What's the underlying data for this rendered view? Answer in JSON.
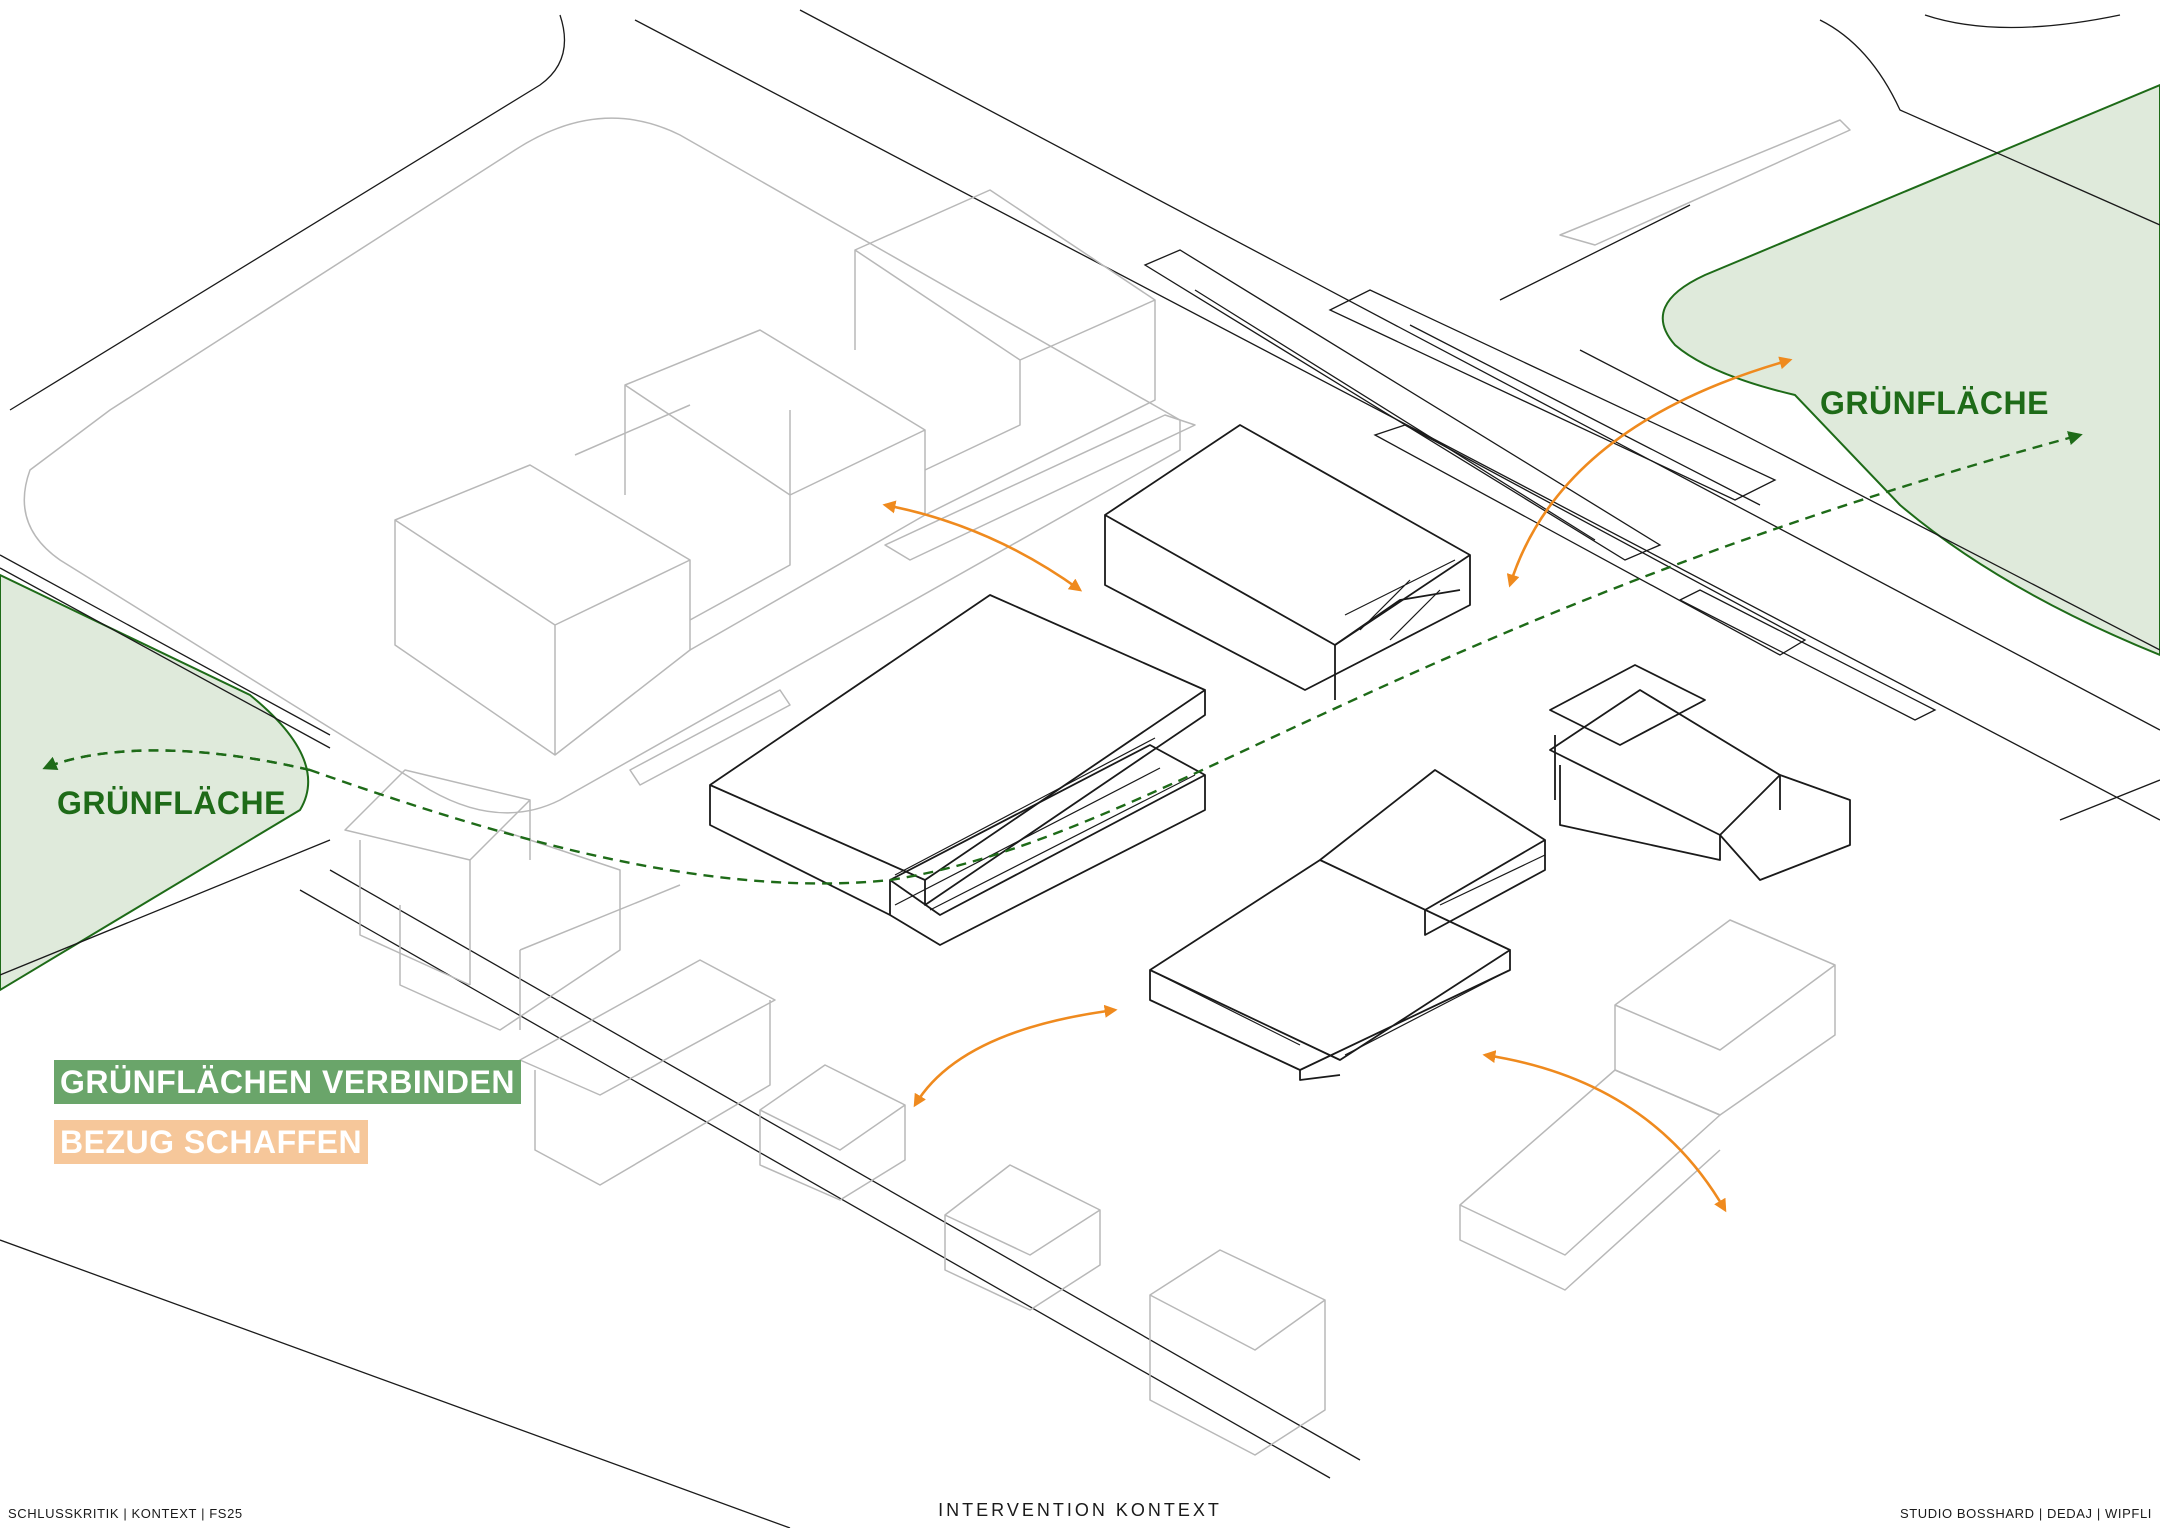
{
  "labels": {
    "green_area_right": "GRÜNFLÄCHE",
    "green_area_left": "GRÜNFLÄCHE"
  },
  "legend": {
    "connect_green": "GRÜNFLÄCHEN VERBINDEN",
    "create_relation": "BEZUG SCHAFFEN"
  },
  "footer": {
    "left": "SCHLUSSKRITIK | KONTEXT | FS25",
    "center": "INTERVENTION KONTEXT",
    "right": "STUDIO BOSSHARD | DEDAJ | WIPFLI"
  },
  "colors": {
    "green_fill": "#dfeadb",
    "green_line": "#1e6b18",
    "legend_green": "#6aa56a",
    "orange_arrow": "#ef8a1e",
    "legend_orange": "#f6c79a",
    "context_lines": "#b8b8b8",
    "intervention_lines": "#1a1a1a"
  }
}
